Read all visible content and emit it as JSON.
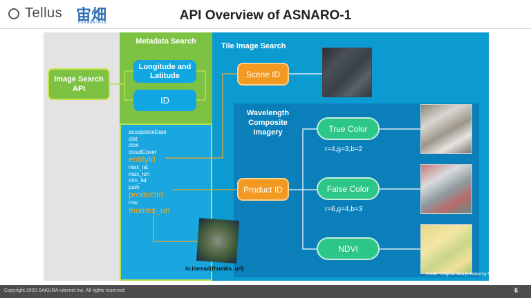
{
  "header": {
    "logo_text": "Tellus",
    "logo_jp": "宙畑",
    "logo_sub": "SORABATAKE",
    "title": "API Overview of ASNARO-1"
  },
  "diagram": {
    "image_search_api": "Image Search API",
    "metadata_search": "Metadata Search",
    "longitude_latitude": "Longitude and Latitude",
    "id": "ID",
    "tile_image_search": "Tile Image Search",
    "scene_id": "Scene ID",
    "product_id": "Product ID",
    "wavelength_title": "Wavelength Composite Imagery",
    "true_color": "True Color",
    "false_color": "False Color",
    "ndvi": "NDVI",
    "true_color_bands": "r=4,g=3,b=2",
    "false_color_bands": "r=6,g=4,b=3",
    "thumb_caption": "io.imread(thumbs_url)",
    "credit": "Credit : Original data provided by NEC"
  },
  "metadata_fields": [
    "acuqisitionDate",
    "clat",
    "clon",
    "cloudCover",
    "entityId",
    "max_lat",
    "max_lon",
    "min_lat",
    "path",
    "productId",
    "row",
    "thumbs_url"
  ],
  "highlight_fields": [
    "entityId",
    "productId",
    "thumbs_url"
  ],
  "colors": {
    "accent_blue": "#0c9bd0",
    "accent_green": "#7dc242",
    "accent_orange": "#f39820",
    "accent_teal": "#2cc686"
  },
  "footer": {
    "copyright": "Copyright 2020 SAKURA internet Inc. All rights reserved.",
    "page_number": "6"
  }
}
